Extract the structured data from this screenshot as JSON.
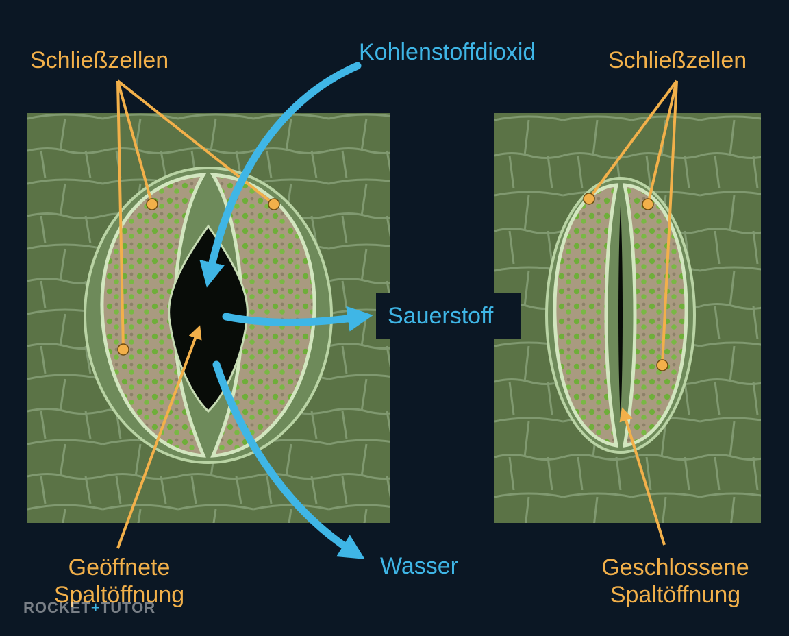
{
  "labels": {
    "guard_cells_left": "Schließzellen",
    "guard_cells_right": "Schließzellen",
    "co2": "Kohlenstoffdioxid",
    "oxygen": "Sauerstoff",
    "water": "Wasser",
    "open_stoma_line1": "Geöffnete",
    "open_stoma_line2": "Spaltöffnung",
    "closed_stoma_line1": "Geschlossene",
    "closed_stoma_line2": "Spaltöffnung"
  },
  "watermark": {
    "part1": "ROCKET",
    "plus": "+",
    "part2": "TUTOR"
  },
  "colors": {
    "background": "#0b1724",
    "label_orange": "#f2b04a",
    "arrow_blue": "#3fb6e6",
    "tissue_green": "#5b7346",
    "guard_cell_tan": "#a99a80",
    "chloroplast_green": "#6fae3a",
    "pore_dark": "#080c08"
  },
  "icons": {
    "gas_arrows": "curved-arrow-icon",
    "pointers": "pointer-line-icon"
  }
}
